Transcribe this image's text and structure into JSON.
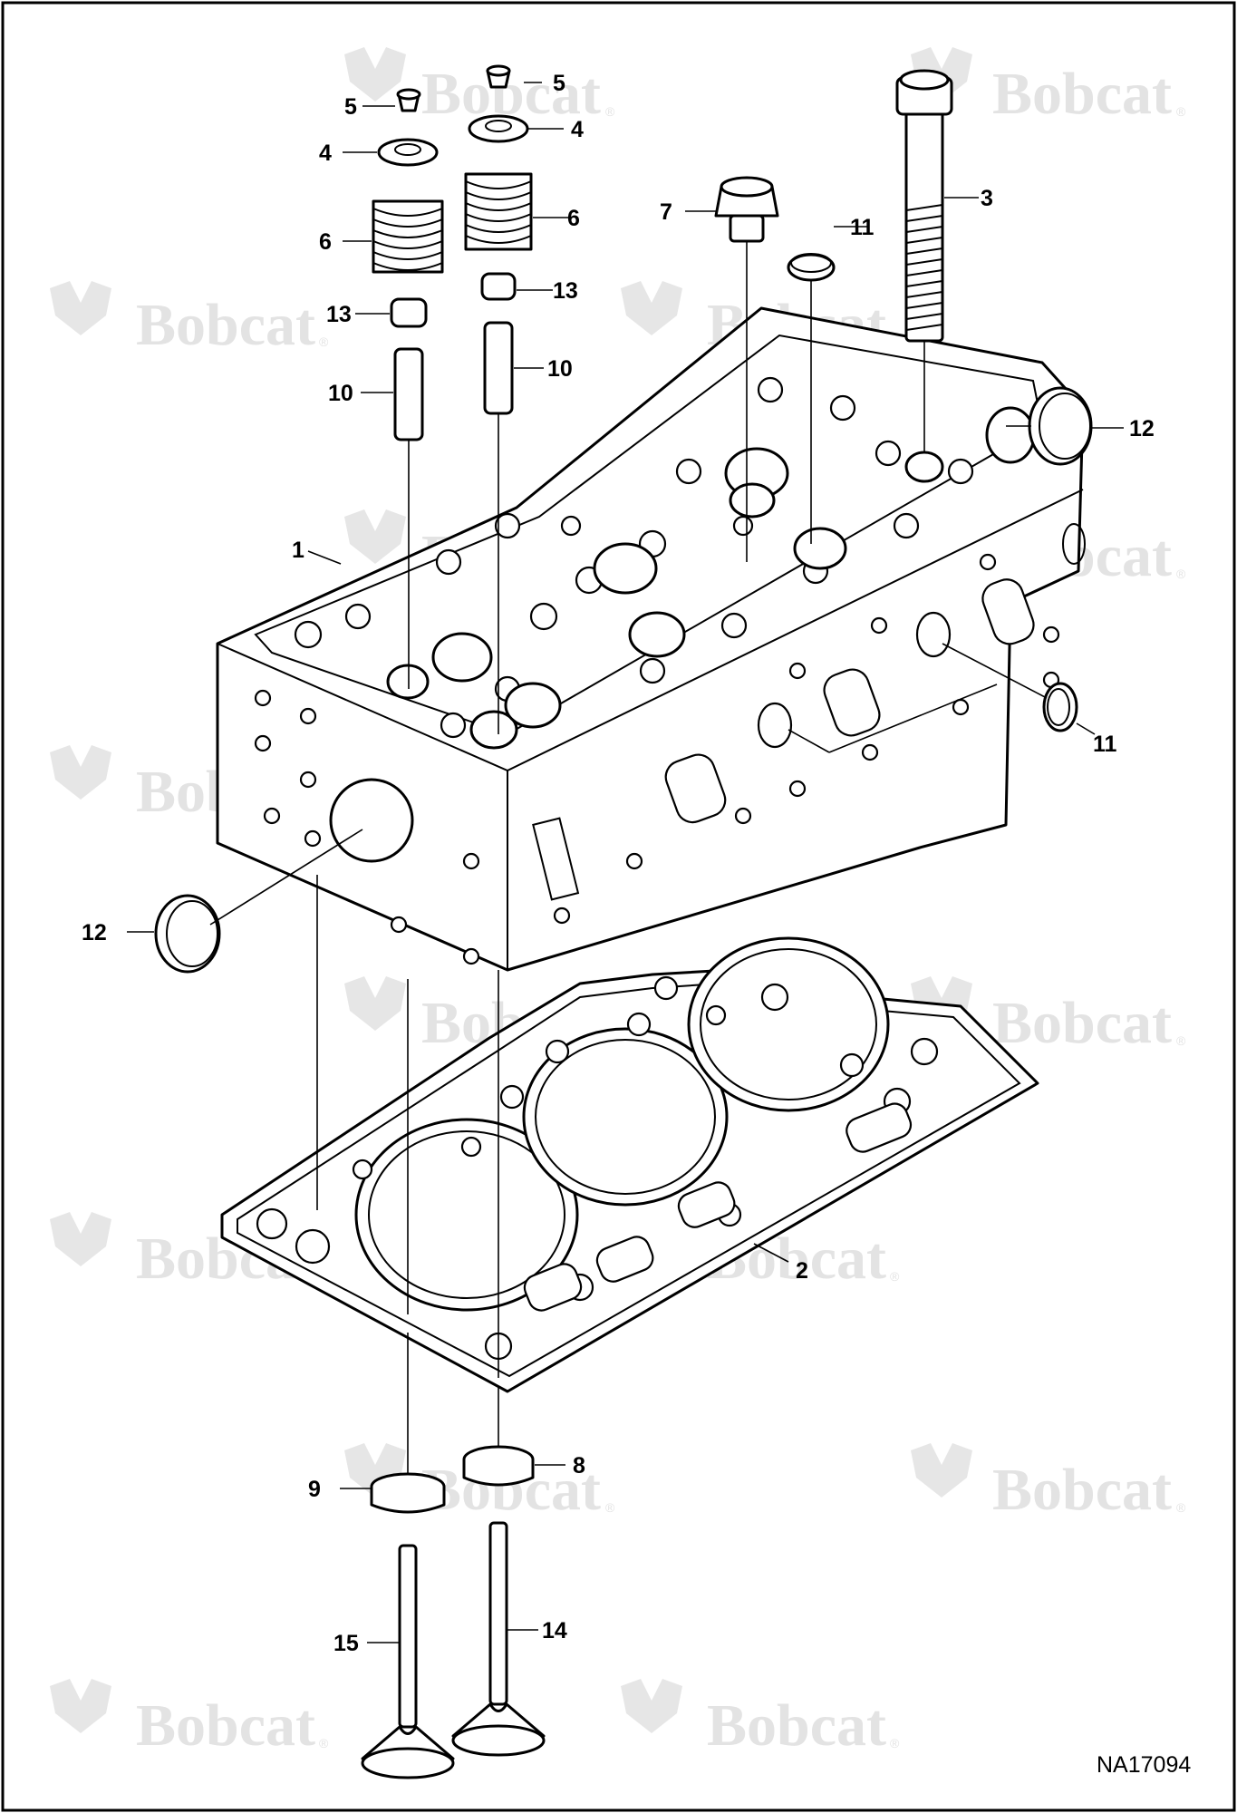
{
  "diagram": {
    "figure_id": "NA17094",
    "watermark_text": "Bobcat",
    "watermark_mark": "®",
    "callouts": [
      "1",
      "2",
      "3",
      "4",
      "4",
      "5",
      "5",
      "6",
      "6",
      "7",
      "8",
      "9",
      "10",
      "10",
      "11",
      "11",
      "12",
      "12",
      "13",
      "13",
      "14",
      "15"
    ]
  }
}
